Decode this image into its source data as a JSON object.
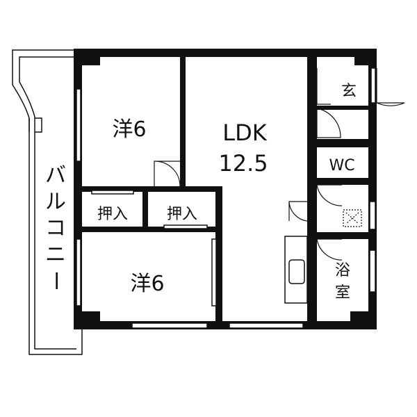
{
  "floorplan": {
    "rooms": {
      "western_room_top": "洋6",
      "ldk_name": "LDK",
      "ldk_size": "12.5",
      "closet_left": "押入",
      "closet_right": "押入",
      "western_room_bottom": "洋6",
      "entrance": "玄",
      "toilet": "WC",
      "bath_line1": "浴",
      "bath_line2": "室"
    },
    "balcony": {
      "line1": "バ",
      "line2": "ル",
      "line3": "コ",
      "line4": "ニ",
      "line5": "ー"
    }
  }
}
